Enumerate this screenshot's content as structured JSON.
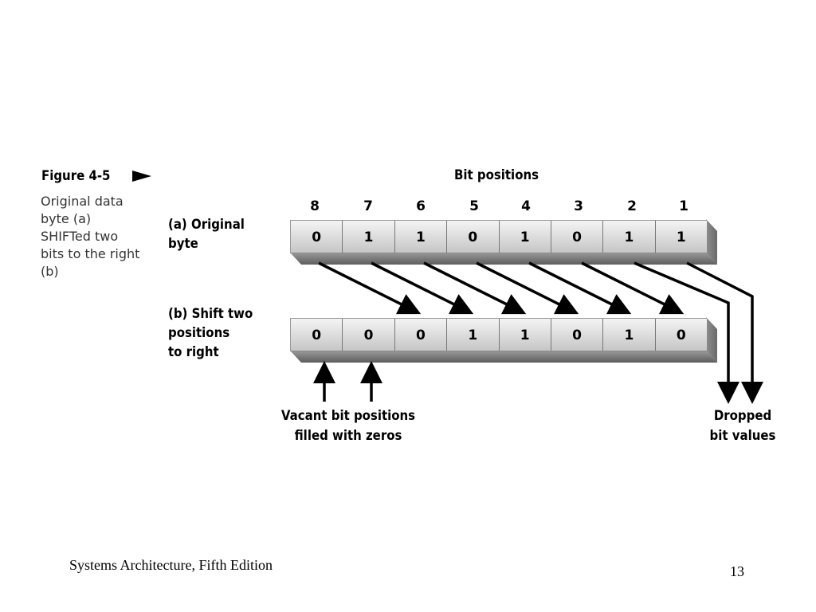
{
  "figure": {
    "title": "Figure 4-5",
    "caption_lines": [
      "Original data",
      "byte (a)",
      "SHIFTed two",
      "bits to the right",
      "(b)"
    ]
  },
  "diagram": {
    "bit_positions_label": "Bit positions",
    "positions": [
      "8",
      "7",
      "6",
      "5",
      "4",
      "3",
      "2",
      "1"
    ],
    "row_a": {
      "label_lines": [
        "(a) Original",
        "byte"
      ],
      "bits": [
        "0",
        "1",
        "1",
        "0",
        "1",
        "0",
        "1",
        "1"
      ]
    },
    "row_b": {
      "label_lines": [
        "(b) Shift two",
        "positions",
        "to right"
      ],
      "bits": [
        "0",
        "0",
        "0",
        "1",
        "1",
        "0",
        "1",
        "0"
      ]
    },
    "vacant_label_lines": [
      "Vacant bit positions",
      "filled with zeros"
    ],
    "dropped_label_lines": [
      "Dropped",
      "bit values"
    ]
  },
  "footer": {
    "book_title": "Systems Architecture, Fifth Edition",
    "page_number": "13"
  }
}
